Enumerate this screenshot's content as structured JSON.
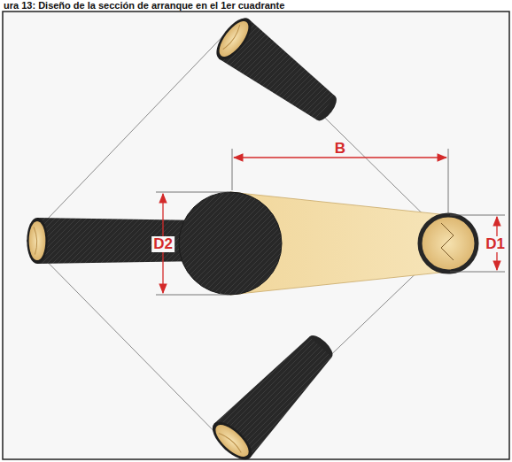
{
  "diagram": {
    "title": "ura 13: Diseño de la sección de arranque en el 1er cuadrante",
    "labels": [
      "B",
      "D2",
      "D1"
    ]
  }
}
